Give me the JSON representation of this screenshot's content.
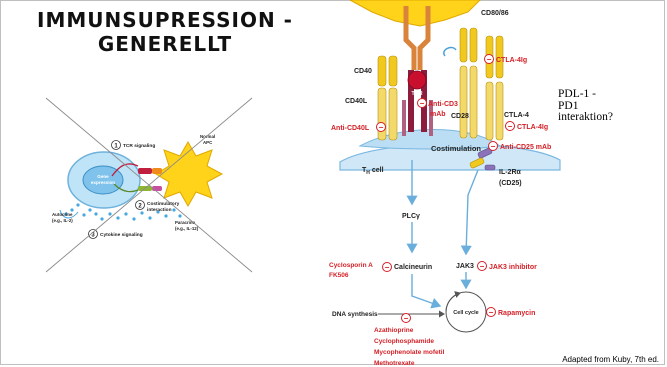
{
  "slide": {
    "title_line1": "IMMUNSUPRESSION -",
    "title_line2": "GENERELLT",
    "pdl_line1": "PDL-1 -",
    "pdl_line2": "PD1",
    "pdl_line3": "interaktion?",
    "source": "Adapted from Kuby, 7th ed."
  },
  "small_diagram": {
    "tcr_signaling": "TCR signaling",
    "costim_line1": "Costimulatory",
    "costim_line2": "interaction",
    "cytokine_signaling": "Cytokine signaling",
    "normal_apc_line1": "Normal",
    "normal_apc_line2": "APC",
    "gene_expression_line1": "Gene",
    "gene_expression_line2": "expression",
    "autocrine_line1": "Autocrine",
    "autocrine_line2": "(e.g., IL-2)",
    "paracrine_line1": "Paracrine",
    "paracrine_line2": "(e.g., IL-12)",
    "step1": "1",
    "step2": "2",
    "step3": "3"
  },
  "main_diagram": {
    "cd40": "CD40",
    "cd40l": "CD40L",
    "anti_cd40l": "Anti-CD40L",
    "tcr": "TCR",
    "anti_cd3_line1": "Anti-CD3",
    "anti_cd3_line2": "mAb",
    "cd80_86": "CD80/86",
    "ctla4ig_top": "CTLA-4Ig",
    "cd28": "CD28",
    "ctla4": "CTLA-4",
    "ctla4ig_mid": "CTLA-4Ig",
    "costimulation": "Costimulation",
    "th_cell": "T",
    "th_sub": "H",
    "th_cell_suffix": " cell",
    "anti_cd25": "Anti-CD25 mAb",
    "il2r_line1": "IL-2Rα",
    "il2r_line2": "(CD25)",
    "plc": "PLCγ",
    "cyclosporin_line1": "Cyclosporin A",
    "cyclosporin_line2": "FK506",
    "calcineurin": "Calcineurin",
    "jak3": "JAK3",
    "jak3_inhibitor": "JAK3 inhibitor",
    "dna_synthesis": "DNA synthesis",
    "cell_cycle": "Cell cycle",
    "rapamycin": "Rapamycin",
    "azathioprine": "Azathioprine",
    "cyclophosphamide": "Cyclophosphamide",
    "mycophenolate": "Mycophenolate mofetil",
    "methotrexate": "Methotrexate",
    "minus": "−"
  },
  "colors": {
    "inhibitor_red": "#d42027",
    "apc_yellow": "#ffd31a",
    "receptor_yellow": "#f0c81e",
    "tcr_maroon": "#8c1d3c",
    "cell_blue": "#cfe7f7",
    "arrow_blue": "#7ab8e0"
  }
}
